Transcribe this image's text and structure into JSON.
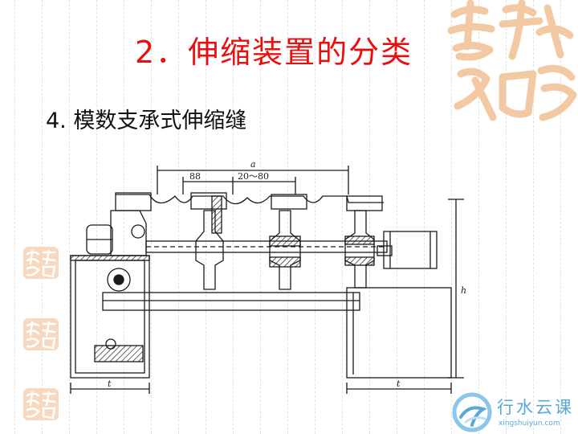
{
  "slide": {
    "title": "2．伸缩装置的分类",
    "subtitle": "4. 模数支承式伸缩缝"
  },
  "drawing": {
    "dim_a": "a",
    "dim_88": "88",
    "dim_range": "20～80",
    "dim_h": "h",
    "dim_t_left": "t",
    "dim_t_right": "t"
  },
  "footer": {
    "logo_text": "行水云课",
    "logo_url": "xingshuiyun.com"
  },
  "colors": {
    "title": "#e8100f",
    "seal": "#f3c9a4",
    "logo": "#5aa8d6"
  }
}
